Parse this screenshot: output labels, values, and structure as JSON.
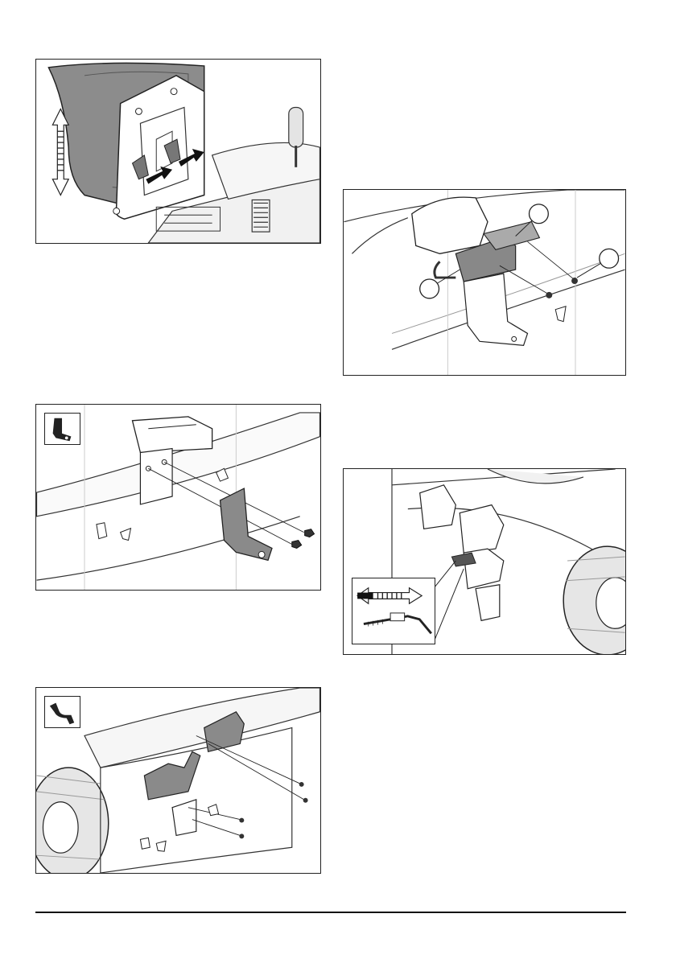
{
  "page": {
    "figures": [
      {
        "id": "seat-adjust",
        "description_icons": [
          "double-arrow-icon",
          "arrow-icon",
          "arrow-icon"
        ]
      },
      {
        "id": "bracket-front",
        "description_icons": [
          "bracket-icon"
        ]
      },
      {
        "id": "bracket-mount",
        "description_icons": [
          "bracket-icon"
        ]
      },
      {
        "id": "callout-detail",
        "description_icons": [
          "callout-circle-icon",
          "callout-circle-icon",
          "callout-circle-icon"
        ]
      },
      {
        "id": "linkage-detail",
        "description_icons": [
          "double-arrow-icon"
        ]
      }
    ]
  }
}
